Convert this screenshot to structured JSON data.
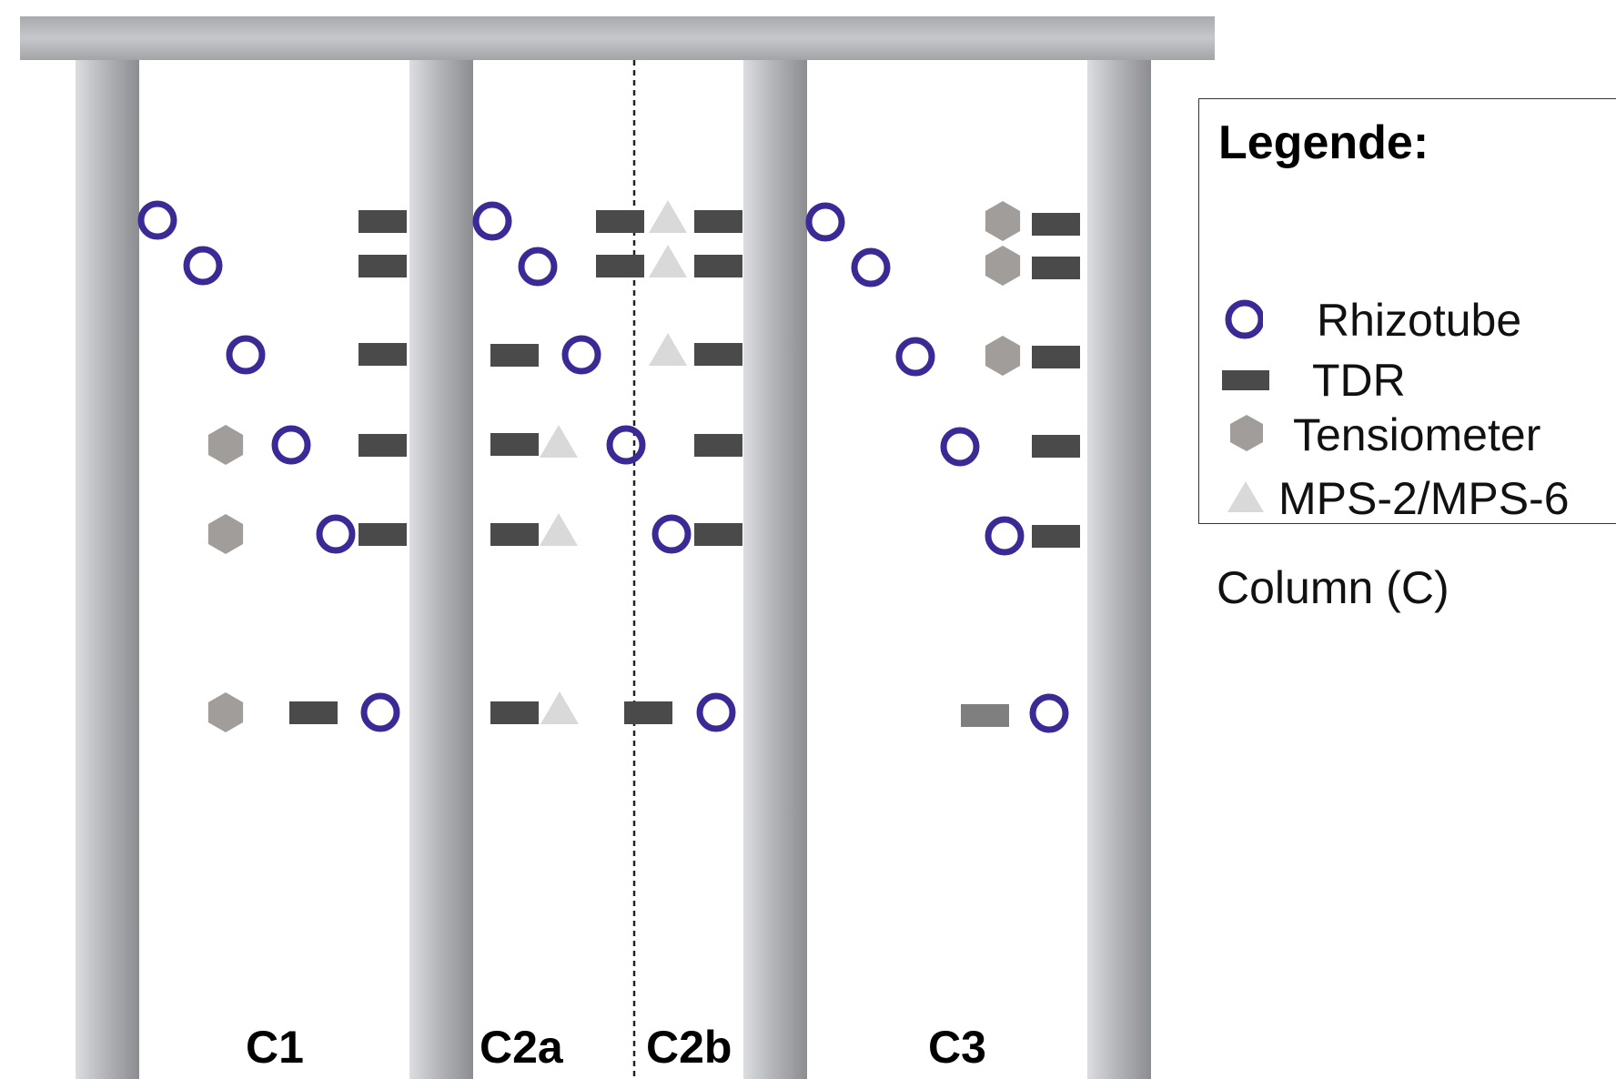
{
  "columns": [
    {
      "label": "C1"
    },
    {
      "label": "C2a"
    },
    {
      "label": "C2b"
    },
    {
      "label": "C3"
    }
  ],
  "legend": {
    "title": "Legende:",
    "items": [
      {
        "symbol": "circle-icon",
        "label": "Rhizotube"
      },
      {
        "symbol": "rectangle-icon",
        "label": "TDR"
      },
      {
        "symbol": "hexagon-icon",
        "label": "Tensiometer"
      },
      {
        "symbol": "triangle-icon",
        "label": "MPS-2/MPS-6"
      }
    ],
    "note": "Column (C)"
  },
  "colors": {
    "rhizotube": "#3b2a96",
    "tdr": "#4a4a4a",
    "tensiometer": "#a19d9a",
    "mps": "#d9d9d9",
    "pillar": "#b8b9bc"
  }
}
